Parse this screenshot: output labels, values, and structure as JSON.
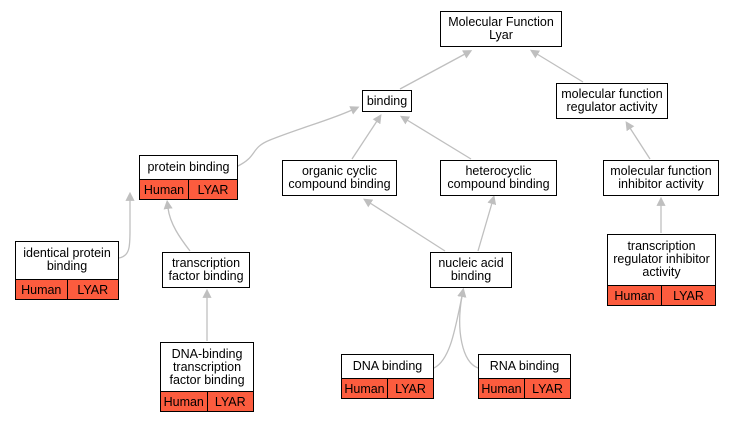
{
  "colors": {
    "edge": "#bfbfbf",
    "annotation": "#fc5c3e",
    "border": "#000000"
  },
  "nodes": {
    "root": {
      "label": "Molecular Function\nLyar"
    },
    "binding": {
      "label": "binding"
    },
    "mf_regulator": {
      "label": "molecular function\nregulator activity"
    },
    "protein_binding": {
      "label": "protein binding",
      "tags": [
        "Human",
        "LYAR"
      ]
    },
    "organic_cyclic": {
      "label": "organic cyclic\ncompound binding"
    },
    "heterocyclic": {
      "label": "heterocyclic\ncompound binding"
    },
    "mf_inhibitor": {
      "label": "molecular function\ninhibitor activity"
    },
    "identical_protein": {
      "label": "identical protein\nbinding",
      "tags": [
        "Human",
        "LYAR"
      ]
    },
    "tf_binding": {
      "label": "transcription\nfactor binding"
    },
    "nucleic_acid": {
      "label": "nucleic acid\nbinding"
    },
    "tr_inhibitor": {
      "label": "transcription\nregulator inhibitor\nactivity",
      "tags": [
        "Human",
        "LYAR"
      ]
    },
    "dna_tf_binding": {
      "label": "DNA-binding\ntranscription\nfactor binding",
      "tags": [
        "Human",
        "LYAR"
      ]
    },
    "dna_binding": {
      "label": "DNA binding",
      "tags": [
        "Human",
        "LYAR"
      ]
    },
    "rna_binding": {
      "label": "RNA binding",
      "tags": [
        "Human",
        "LYAR"
      ]
    }
  }
}
